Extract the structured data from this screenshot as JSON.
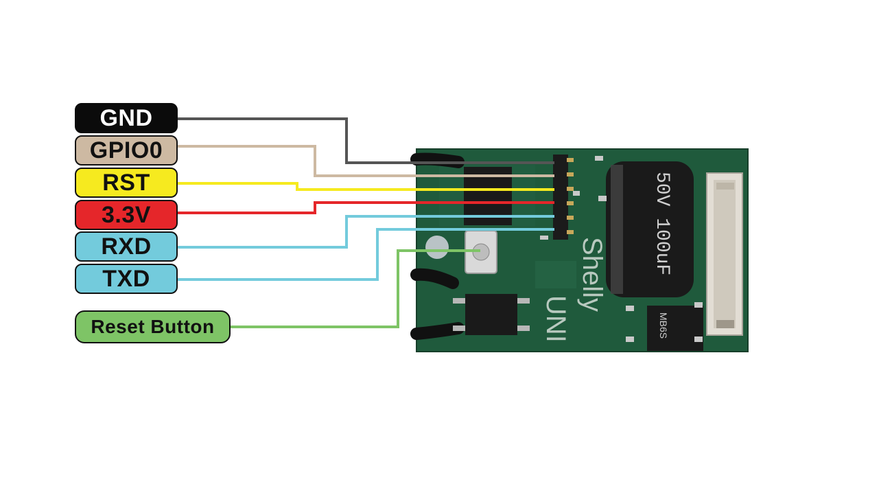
{
  "labels": {
    "gnd": "GND",
    "gpio0": "GPIO0",
    "rst": "RST",
    "v33": "3.3V",
    "rxd": "RXD",
    "txd": "TXD",
    "reset_button": "Reset Button"
  },
  "board_markings": {
    "brand": "Shelly",
    "model": "UNI",
    "capacitor": "50V 100uF",
    "bridge": "MB6S"
  },
  "colors": {
    "gnd": "#555555",
    "gpio0": "#cdb9a2",
    "rst": "#f6ea1f",
    "v33": "#e5262a",
    "rxd": "#73cbdc",
    "txd": "#73cbdc",
    "reset_button": "#7ec466",
    "pcb": "#1f5a3c"
  }
}
